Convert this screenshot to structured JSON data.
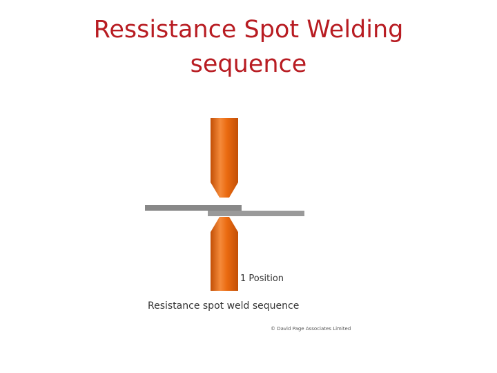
{
  "slide": {
    "title_line1": "Ressistance Spot Welding",
    "title_line2": "sequence"
  },
  "diagram": {
    "position_label": "1 Position",
    "caption": "Resistance spot weld sequence",
    "copyright": "© David Page Associates Limited",
    "colors": {
      "electrode": "#ea6a10",
      "electrode_highlight": "#f58a3a",
      "electrode_shadow": "#c24f06",
      "sheet_upper": "#888888",
      "sheet_lower": "#9a9a9a",
      "text": "#333333",
      "title": "#b81c22"
    }
  }
}
